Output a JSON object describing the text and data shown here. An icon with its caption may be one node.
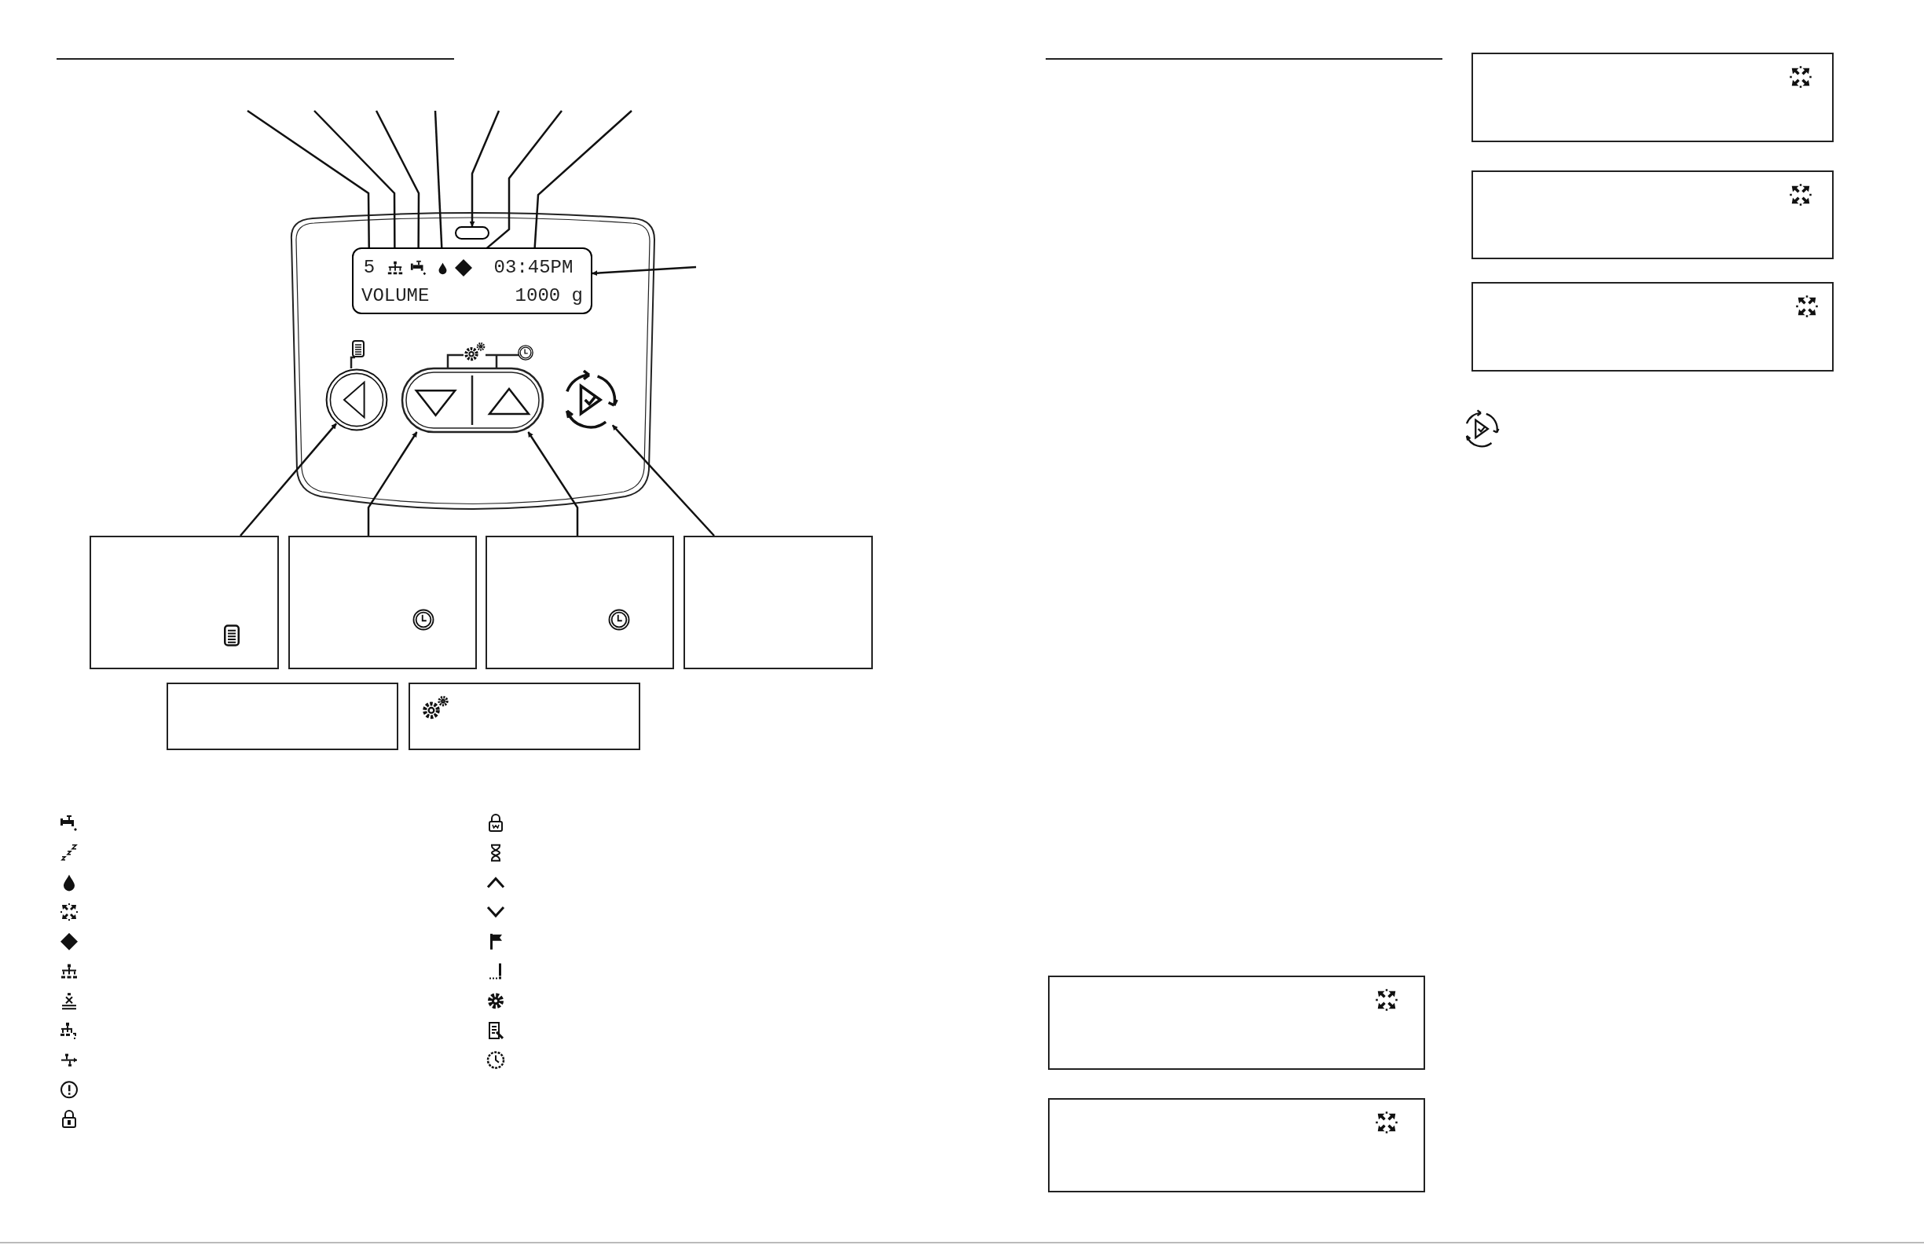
{
  "diagram": {
    "nodes": [
      {
        "text": [
          "VOLUME",
          "1000 g"
        ]
      },
      {
        "text": [
          "5"
        ],
        "in": 0
      },
      {
        "text": [],
        "shape": "picture",
        "in": 0
      },
      {
        "text": [],
        "shape": "picture",
        "in": 0
      },
      {
        "text": [],
        "shape": "picture",
        "in": 0
      },
      {
        "text": [],
        "shape": "picture",
        "in": 0
      },
      {
        "text": [
          "03:45PM"
        ],
        "in": 0
      },
      {
        "text": [],
        "shape": "box"
      },
      {
        "text": [],
        "shape": "circle"
      },
      {
        "text": [],
        "shape": "triangle"
      },
      {
        "text": [],
        "shape": "triangle"
      },
      {
        "text": [],
        "shape": "circle"
      },
      {
        "text": [],
        "shape": "box"
      },
      {
        "text": [],
        "shape": "box"
      },
      {
        "text": [],
        "shape": "box"
      },
      {
        "text": [],
        "shape": "box"
      },
      {
        "text": [],
        "shape": "box"
      },
      {
        "text": [],
        "shape": "box"
      },
      {
        "text": [],
        "shape": "box"
      },
      {
        "text": [],
        "shape": "box"
      },
      {
        "text": [],
        "shape": "box"
      },
      {
        "text": [],
        "shape": "box"
      },
      {
        "text": [],
        "shape": "box"
      }
    ],
    "edges": [
      {
        "from": null,
        "to": 1,
        "arrow": "to"
      },
      {
        "from": null,
        "to": 2,
        "arrow": "to"
      },
      {
        "from": null,
        "to": 3,
        "arrow": "to"
      },
      {
        "from": null,
        "to": 4,
        "arrow": "to"
      },
      {
        "from": null,
        "to": 7,
        "arrow": "to"
      },
      {
        "from": null,
        "to": 5,
        "arrow": "to"
      },
      {
        "from": null,
        "to": 6,
        "arrow": "to"
      },
      {
        "from": null,
        "to": 0,
        "arrow": "to"
      },
      {
        "from": 12,
        "to": 8,
        "arrow": "to"
      },
      {
        "from": 13,
        "to": 9,
        "arrow": "to"
      },
      {
        "from": 14,
        "to": 10,
        "arrow": "to"
      },
      {
        "from": 15,
        "to": 11,
        "arrow": "to"
      }
    ]
  }
}
